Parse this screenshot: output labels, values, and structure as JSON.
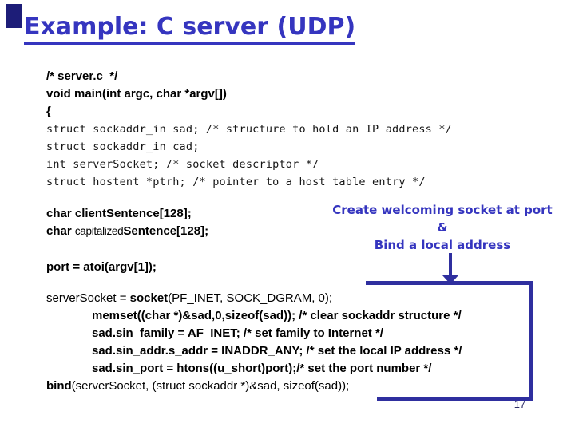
{
  "slide": {
    "title": "Example: C server (UDP)",
    "page_number": "17",
    "colors": {
      "title_blue": "#3535bf",
      "shape_navy": "#2f2f9f",
      "corner_navy": "#1d1d78"
    }
  },
  "annotation": {
    "lines": [
      "Create welcoming socket at port",
      "&",
      "Bind a local address"
    ],
    "arrow_icon": "down-arrow"
  },
  "code_blocks": [
    {
      "name": "code-header",
      "style": "bold",
      "lines": [
        {
          "segs": [
            {
              "t": "/* server.c  */"
            }
          ]
        },
        {
          "segs": [
            {
              "t": "void main(int argc, char *argv[])"
            }
          ]
        },
        {
          "segs": [
            {
              "t": "{"
            }
          ]
        }
      ]
    },
    {
      "name": "code-declarations",
      "style": "mono",
      "lines": [
        {
          "segs": [
            {
              "t": "struct sockaddr_in sad; /* structure to hold an IP address */"
            }
          ]
        },
        {
          "segs": [
            {
              "t": "struct sockaddr_in cad;"
            }
          ]
        },
        {
          "segs": [
            {
              "t": "int serverSocket; /* socket descriptor */"
            }
          ]
        },
        {
          "segs": [
            {
              "t": "struct hostent *ptrh; /* pointer to a host table entry */"
            }
          ]
        }
      ]
    },
    {
      "name": "code-buffers",
      "style": "bold",
      "lines": [
        {
          "segs": [
            {
              "t": "char clientSentence[128];"
            }
          ]
        },
        {
          "segs": [
            {
              "t": "char "
            },
            {
              "t": "capitalized",
              "cls": "thin"
            },
            {
              "t": "Sentence[128];"
            }
          ]
        }
      ]
    },
    {
      "name": "code-port",
      "style": "bold",
      "lines": [
        {
          "segs": [
            {
              "t": "port = atoi(argv[1]);"
            }
          ]
        }
      ]
    },
    {
      "name": "code-socket-bind",
      "style": "regular",
      "lines": [
        {
          "segs": [
            {
              "t": "serverSocket = "
            },
            {
              "t": "socket",
              "cls": "bold"
            },
            {
              "t": "(PF_INET, SOCK_DGRAM, 0);"
            }
          ]
        },
        {
          "ind": true,
          "segs": [
            {
              "t": "memset((char *)&sad,0,sizeof(sad)); /* clear sockaddr structure */",
              "cls": "bold"
            }
          ]
        },
        {
          "ind": true,
          "segs": [
            {
              "t": "sad.sin_family = AF_INET; /* set family to Internet */",
              "cls": "bold"
            }
          ]
        },
        {
          "ind": true,
          "segs": [
            {
              "t": "sad.sin_addr.s_addr = INADDR_ANY; /* set the local IP address */",
              "cls": "bold"
            }
          ]
        },
        {
          "ind": true,
          "segs": [
            {
              "t": "sad.sin_port = htons((u_short)port);/* set the port number */",
              "cls": "bold"
            }
          ]
        },
        {
          "segs": [
            {
              "t": "bind",
              "cls": "bold"
            },
            {
              "t": "(serverSocket, (struct sockaddr *)&sad, sizeof(sad));"
            }
          ]
        }
      ]
    }
  ]
}
